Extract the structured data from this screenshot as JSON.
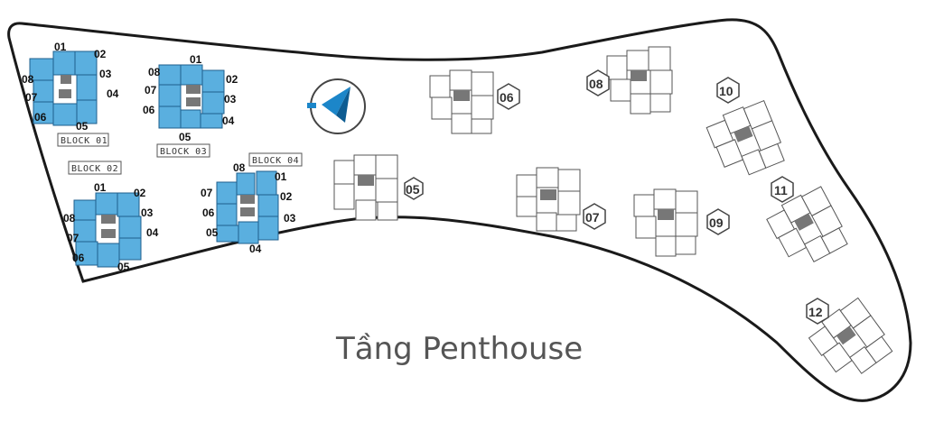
{
  "floor_title": "Tầng Penthouse",
  "colors": {
    "outline": "#1a1a1a",
    "blue_fill": "#5aafdf",
    "blue_stroke": "#1f5f8e",
    "core": "#777777",
    "white_fill": "#ffffff",
    "white_stroke": "#555555",
    "compass": "#1c86c9"
  },
  "compass": {
    "icon": "north-arrow-icon"
  },
  "blue_blocks": [
    {
      "label": "BLOCK 01",
      "units": {
        "u01": "01",
        "u02": "02",
        "u03": "03",
        "u04": "04",
        "u05": "05",
        "u06": "06",
        "u07": "07",
        "u08": "08"
      }
    },
    {
      "label": "BLOCK 02",
      "units": {
        "u01": "01",
        "u02": "02",
        "u03": "03",
        "u04": "04",
        "u05": "05",
        "u06": "06",
        "u07": "07",
        "u08": "08"
      }
    },
    {
      "label": "BLOCK 03",
      "units": {
        "u01": "01",
        "u02": "02",
        "u03": "03",
        "u04": "04",
        "u05": "05",
        "u06": "06",
        "u07": "07",
        "u08": "08"
      }
    },
    {
      "label": "BLOCK 04",
      "units": {
        "u01": "01",
        "u02": "02",
        "u03": "03",
        "u04": "04",
        "u05": "05",
        "u06": "06",
        "u07": "07",
        "u08": "08"
      }
    }
  ],
  "white_blocks": [
    "05",
    "06",
    "07",
    "08",
    "09",
    "10",
    "11",
    "12"
  ]
}
